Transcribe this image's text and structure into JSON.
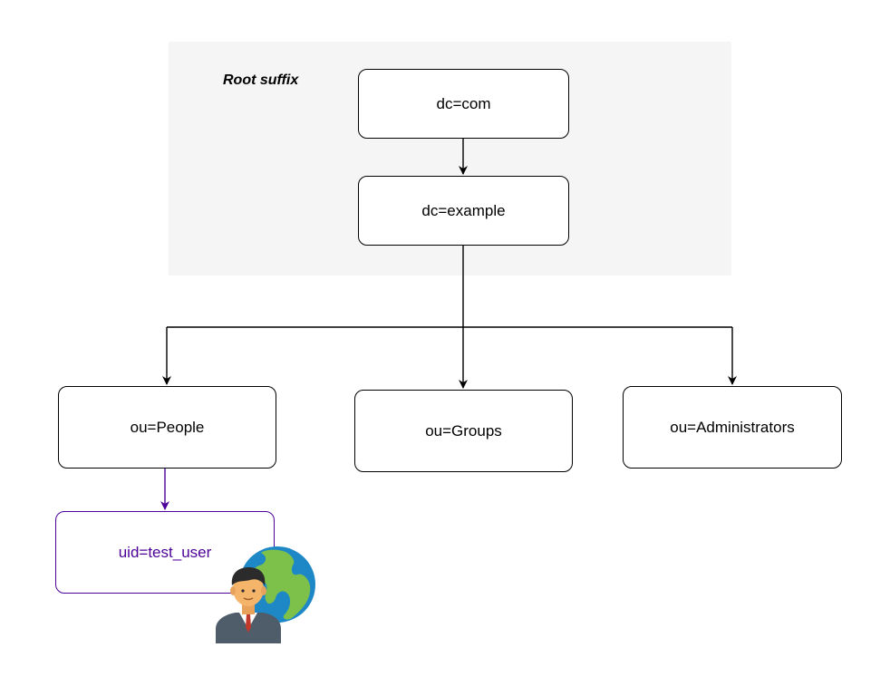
{
  "root_suffix": {
    "label": "Root suffix"
  },
  "nodes": {
    "dc_com": "dc=com",
    "dc_example": "dc=example",
    "ou_people": "ou=People",
    "ou_groups": "ou=Groups",
    "ou_administrators": "ou=Administrators",
    "uid_test_user": "uid=test_user"
  },
  "icons": {
    "user_icon": "user-globe-icon"
  },
  "colors": {
    "line": "#000000",
    "user_accent": "#4c0099",
    "suffix_background": "#f5f5f5"
  }
}
